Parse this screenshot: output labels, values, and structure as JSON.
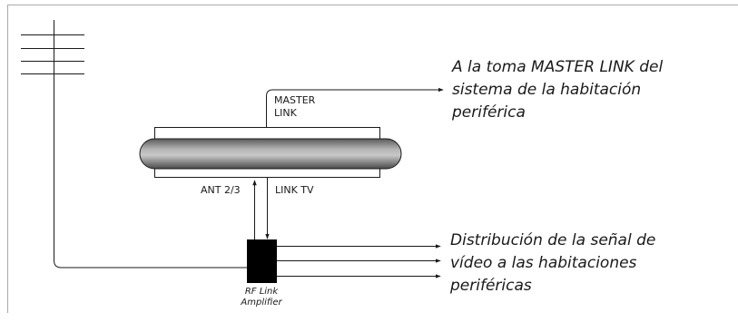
{
  "diagram": {
    "labels": {
      "master_link": [
        "MASTER",
        "LINK"
      ],
      "ant": "ANT 2/3",
      "link_tv": "LINK TV",
      "amplifier": [
        "RF Link",
        "Amplifier"
      ]
    },
    "captions": {
      "top": [
        "A la toma MASTER LINK del",
        "sistema de la habitación",
        "periférica"
      ],
      "bottom": [
        "Distribución de la señal de",
        "vídeo a las habitaciones",
        "periféricas"
      ]
    }
  }
}
